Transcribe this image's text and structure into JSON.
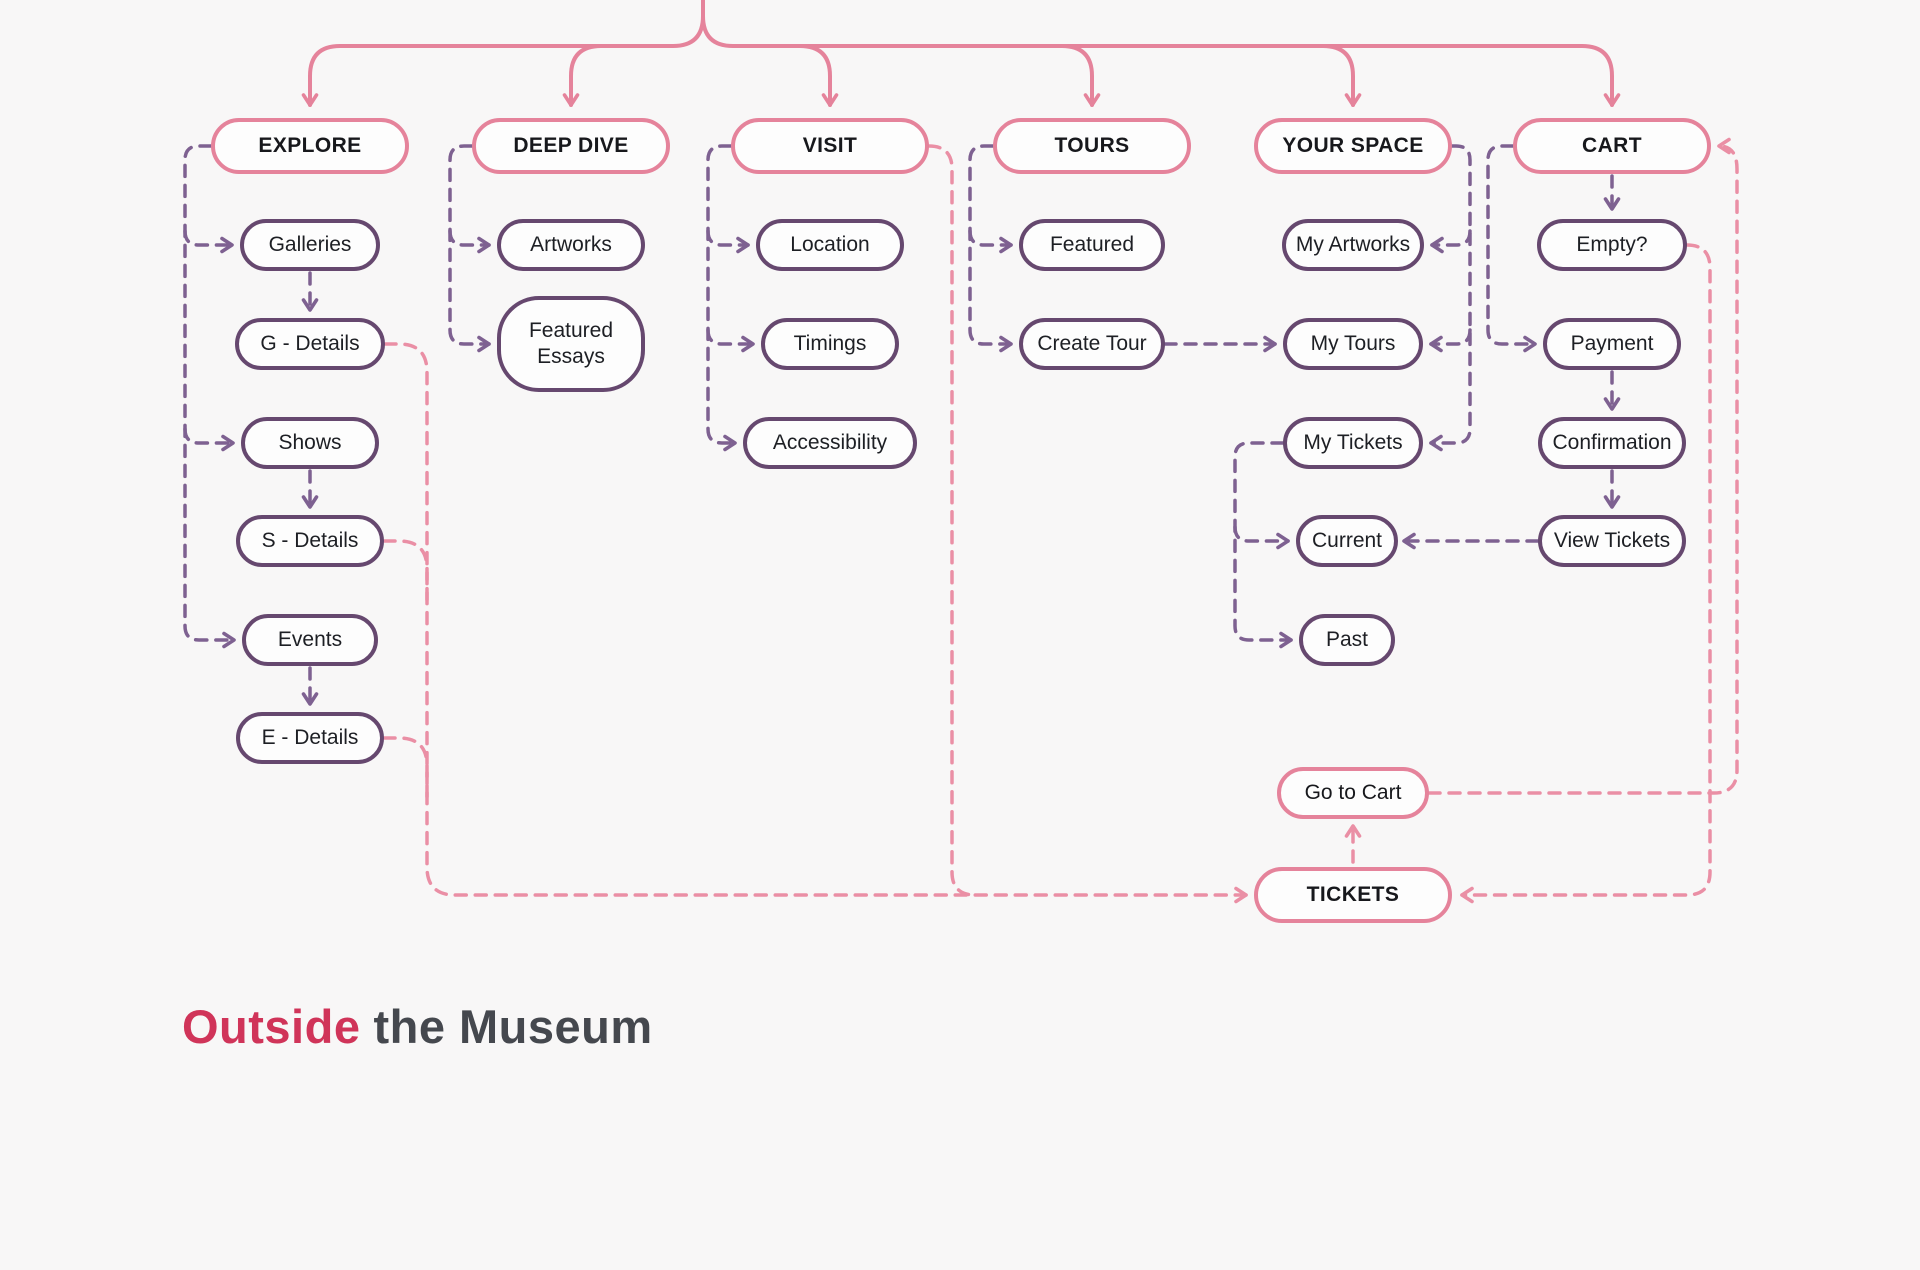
{
  "diagram": {
    "title_heading": {
      "accent": "Outside",
      "rest": "the Museum"
    },
    "colors": {
      "background": "#f8f7f7",
      "primary_node_border": "#e5839b",
      "child_node_border": "#66486f",
      "pink_solid_edge": "#e5839b",
      "pink_dashed_edge": "#ea8fa5",
      "purple_dashed_edge": "#7e6191",
      "node_text": "#1d1f24",
      "heading_accent": "#d03459",
      "heading_text": "#45484e"
    },
    "nodes": {
      "explore": {
        "label": "EXPLORE"
      },
      "galleries": {
        "label": "Galleries"
      },
      "g_details": {
        "label": "G - Details"
      },
      "shows": {
        "label": "Shows"
      },
      "s_details": {
        "label": "S - Details"
      },
      "events": {
        "label": "Events"
      },
      "e_details": {
        "label": "E - Details"
      },
      "deep_dive": {
        "label": "DEEP DIVE"
      },
      "artworks": {
        "label": "Artworks"
      },
      "featured_essays": {
        "label": "Featured Essays"
      },
      "visit": {
        "label": "VISIT"
      },
      "location": {
        "label": "Location"
      },
      "timings": {
        "label": "Timings"
      },
      "accessibility": {
        "label": "Accessibility"
      },
      "tours": {
        "label": "TOURS"
      },
      "featured": {
        "label": "Featured"
      },
      "create_tour": {
        "label": "Create Tour"
      },
      "your_space": {
        "label": "YOUR SPACE"
      },
      "my_artworks": {
        "label": "My Artworks"
      },
      "my_tours": {
        "label": "My Tours"
      },
      "my_tickets": {
        "label": "My Tickets"
      },
      "current": {
        "label": "Current"
      },
      "past": {
        "label": "Past"
      },
      "cart": {
        "label": "CART"
      },
      "empty": {
        "label": "Empty?"
      },
      "payment": {
        "label": "Payment"
      },
      "confirmation": {
        "label": "Confirmation"
      },
      "view_tickets": {
        "label": "View Tickets"
      },
      "go_to_cart": {
        "label": "Go to Cart"
      },
      "tickets": {
        "label": "TICKETS"
      }
    },
    "edges": [
      {
        "from": "root-offscreen",
        "to": "explore",
        "style": "pink-solid"
      },
      {
        "from": "root-offscreen",
        "to": "deep_dive",
        "style": "pink-solid"
      },
      {
        "from": "root-offscreen",
        "to": "visit",
        "style": "pink-solid"
      },
      {
        "from": "root-offscreen",
        "to": "tours",
        "style": "pink-solid"
      },
      {
        "from": "root-offscreen",
        "to": "your_space",
        "style": "pink-solid"
      },
      {
        "from": "root-offscreen",
        "to": "cart",
        "style": "pink-solid"
      },
      {
        "from": "explore",
        "to": "galleries",
        "style": "purple-dashed"
      },
      {
        "from": "explore",
        "to": "shows",
        "style": "purple-dashed"
      },
      {
        "from": "explore",
        "to": "events",
        "style": "purple-dashed"
      },
      {
        "from": "galleries",
        "to": "g_details",
        "style": "purple-dashed"
      },
      {
        "from": "shows",
        "to": "s_details",
        "style": "purple-dashed"
      },
      {
        "from": "events",
        "to": "e_details",
        "style": "purple-dashed"
      },
      {
        "from": "deep_dive",
        "to": "artworks",
        "style": "purple-dashed"
      },
      {
        "from": "deep_dive",
        "to": "featured_essays",
        "style": "purple-dashed"
      },
      {
        "from": "visit",
        "to": "location",
        "style": "purple-dashed"
      },
      {
        "from": "visit",
        "to": "timings",
        "style": "purple-dashed"
      },
      {
        "from": "visit",
        "to": "accessibility",
        "style": "purple-dashed"
      },
      {
        "from": "tours",
        "to": "featured",
        "style": "purple-dashed"
      },
      {
        "from": "tours",
        "to": "create_tour",
        "style": "purple-dashed"
      },
      {
        "from": "create_tour",
        "to": "my_tours",
        "style": "purple-dashed"
      },
      {
        "from": "your_space",
        "to": "my_artworks",
        "style": "purple-dashed"
      },
      {
        "from": "your_space",
        "to": "my_tours",
        "style": "purple-dashed"
      },
      {
        "from": "your_space",
        "to": "my_tickets",
        "style": "purple-dashed"
      },
      {
        "from": "my_tickets",
        "to": "current",
        "style": "purple-dashed"
      },
      {
        "from": "my_tickets",
        "to": "past",
        "style": "purple-dashed"
      },
      {
        "from": "view_tickets",
        "to": "current",
        "style": "purple-dashed"
      },
      {
        "from": "cart",
        "to": "empty",
        "style": "purple-dashed"
      },
      {
        "from": "cart",
        "to": "payment",
        "style": "purple-dashed"
      },
      {
        "from": "payment",
        "to": "confirmation",
        "style": "purple-dashed"
      },
      {
        "from": "confirmation",
        "to": "view_tickets",
        "style": "purple-dashed"
      },
      {
        "from": "g_details",
        "to": "tickets",
        "style": "pink-dashed"
      },
      {
        "from": "s_details",
        "to": "tickets",
        "style": "pink-dashed"
      },
      {
        "from": "e_details",
        "to": "tickets",
        "style": "pink-dashed"
      },
      {
        "from": "visit",
        "to": "tickets",
        "style": "pink-dashed"
      },
      {
        "from": "empty",
        "to": "tickets",
        "style": "pink-dashed"
      },
      {
        "from": "tickets",
        "to": "go_to_cart",
        "style": "pink-dashed"
      },
      {
        "from": "go_to_cart",
        "to": "cart",
        "style": "pink-dashed"
      }
    ]
  }
}
